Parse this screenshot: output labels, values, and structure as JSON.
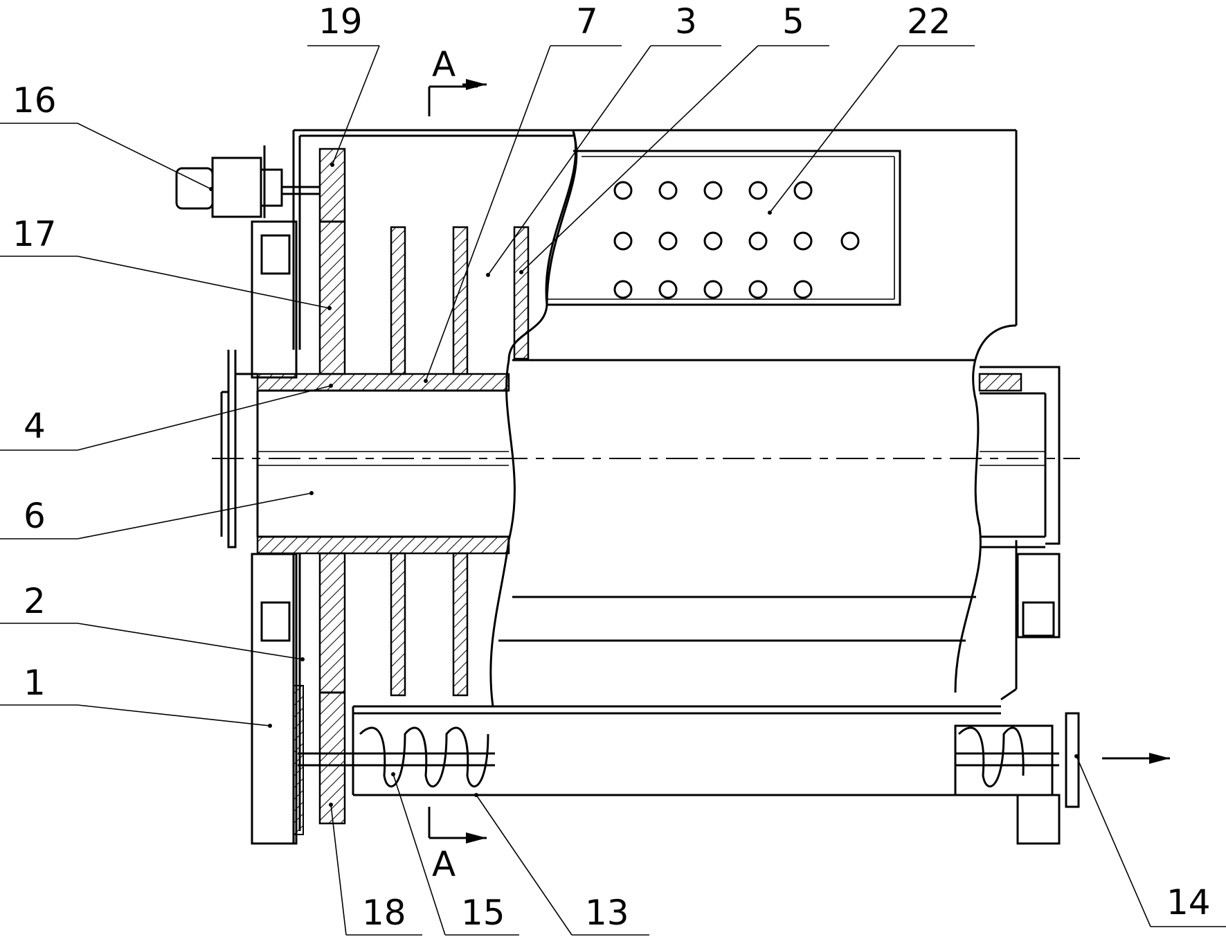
{
  "diagram": {
    "callouts": [
      {
        "id": "19",
        "text": "19"
      },
      {
        "id": "7",
        "text": "7"
      },
      {
        "id": "3",
        "text": "3"
      },
      {
        "id": "5",
        "text": "5"
      },
      {
        "id": "22",
        "text": "22"
      },
      {
        "id": "16",
        "text": "16"
      },
      {
        "id": "17",
        "text": "17"
      },
      {
        "id": "4",
        "text": "4"
      },
      {
        "id": "6",
        "text": "6"
      },
      {
        "id": "2",
        "text": "2"
      },
      {
        "id": "1",
        "text": "1"
      },
      {
        "id": "18",
        "text": "18"
      },
      {
        "id": "15",
        "text": "15"
      },
      {
        "id": "13",
        "text": "13"
      },
      {
        "id": "14",
        "text": "14"
      }
    ],
    "section_top": "A",
    "section_bottom": "A"
  }
}
